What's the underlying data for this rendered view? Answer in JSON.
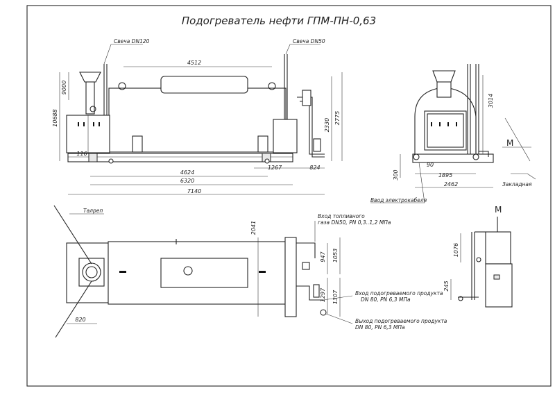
{
  "title": "Подогреватель нефти ГПМ-ПН-0,63",
  "labels": {
    "candle_dn120": "Свеча DN120",
    "candle_dn50": "Свеча DN50",
    "fuel_inlet_1": "Вход топливного",
    "fuel_inlet_2": "газа DN50, PN 0,3..1,2 МПа",
    "product_inlet_1": "Вход подогреваемого продукта",
    "product_inlet_2": "DN 80, PN 6,3 МПа",
    "product_outlet_1": "Выход подогреваемого продукта",
    "product_outlet_2": "DN 80, PN 6,3 МПа",
    "power_cable": "Ввод электрокабеля",
    "embed": "Закладная",
    "lug": "Талреп",
    "m1": "M",
    "m2": "M"
  },
  "dims": {
    "d4512": "4512",
    "d9000": "9000",
    "d10688": "10688",
    "d116": "116",
    "d2330": "2330",
    "d2775": "2775",
    "d1267": "1267",
    "d824": "824",
    "d4624": "4624",
    "d6320": "6320",
    "d7140": "7140",
    "d3014": "3014",
    "d300": "300",
    "d90": "90",
    "d1895": "1895",
    "d2462": "2462",
    "d2041": "2041",
    "d947": "947",
    "d1053": "1053",
    "d1297": "1297",
    "d1307": "1307",
    "d820": "820",
    "d1076": "1076",
    "d245": "245"
  }
}
